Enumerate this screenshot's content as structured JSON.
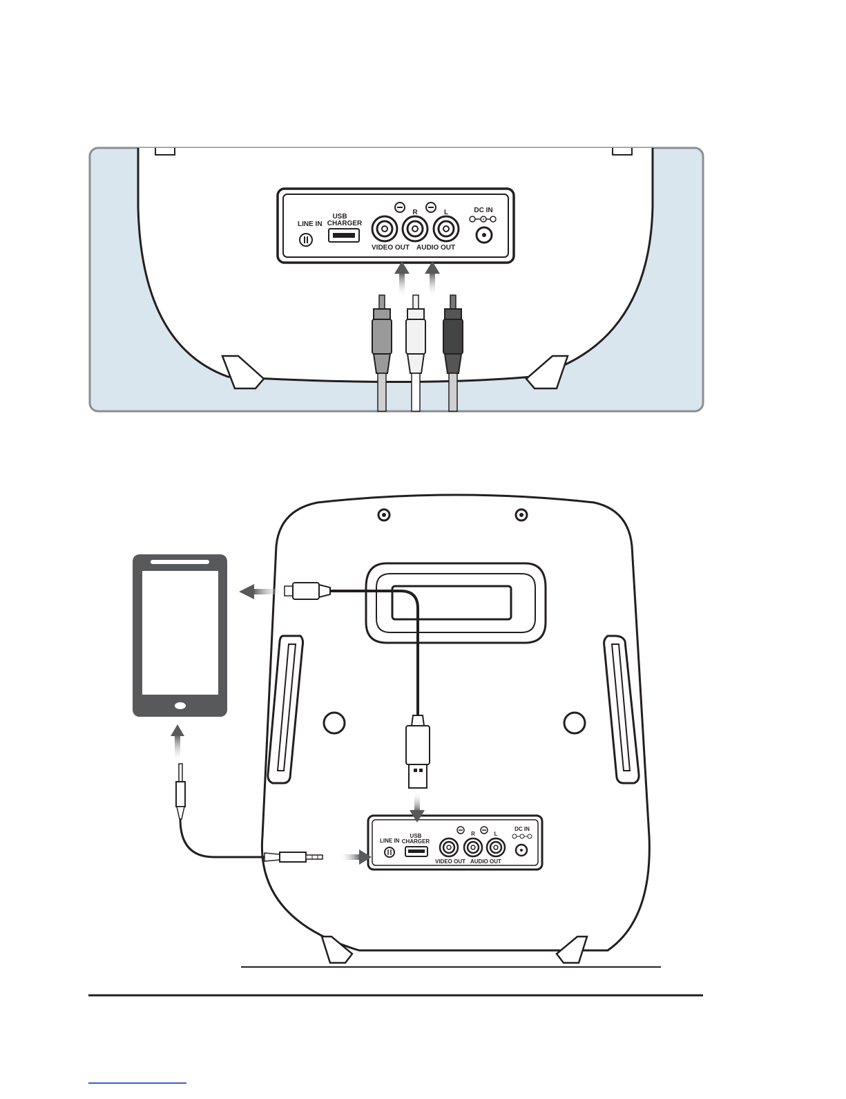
{
  "diagram_top": {
    "panel_labels": {
      "line_in": "LINE IN",
      "usb_line1": "USB",
      "usb_line2": "CHARGER",
      "video_out": "VIDEO OUT",
      "audio_out": "AUDIO OUT",
      "r": "R",
      "l": "L",
      "dc_in": "DC IN"
    },
    "background_color": "#d9e6ee",
    "border_color": "#8a8f94",
    "cable_colors": [
      "#9a9a9a",
      "#f2f2f2",
      "#444444"
    ]
  },
  "diagram_bottom": {
    "panel_labels": {
      "line_in": "LINE IN",
      "usb_line1": "USB",
      "usb_line2": "CHARGER",
      "video_out": "VIDEO OUT",
      "audio_out": "AUDIO OUT",
      "r": "R",
      "l": "L",
      "dc_in": "DC IN"
    },
    "phone_color": "#58595b"
  }
}
